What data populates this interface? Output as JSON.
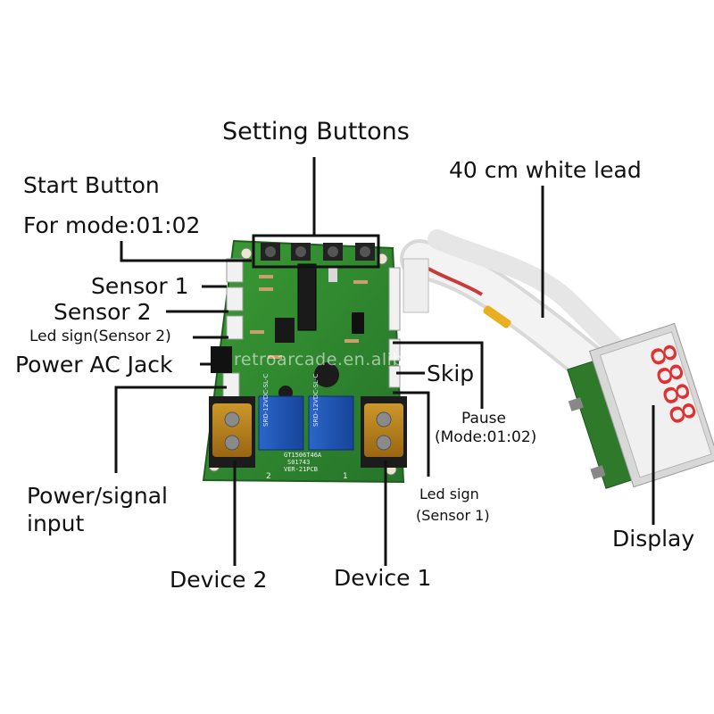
{
  "labels": {
    "setting_buttons": "Setting Buttons",
    "start_button": "Start Button",
    "for_mode": "For mode:01:02",
    "sensor_1": "Sensor 1",
    "sensor_2": "Sensor 2",
    "led_sign_sensor_2": "Led sign(Sensor 2)",
    "power_ac_jack": "Power AC Jack",
    "power_signal_input_line1": "Power/signal",
    "power_signal_input_line2": "input",
    "device_2": "Device 2",
    "device_1": "Device 1",
    "white_lead": "40 cm white lead",
    "skip": "Skip",
    "pause": "Pause",
    "pause_mode": "(Mode:01:02)",
    "led_sign_sensor_1_line1": "Led sign",
    "led_sign_sensor_1_line2": "(Sensor 1)",
    "display": "Display"
  },
  "board_print": {
    "part_line1": "GT1506T46A",
    "part_line2": "S01743",
    "part_line3": "VER-21PCB",
    "relay_text": "SRD-12VDC-SL-C",
    "channel_2": "2",
    "channel_1": "1"
  },
  "display_digits": "8888",
  "watermark": "retroarcade.en.alibaba.com",
  "colors": {
    "pcb_green": "#2f8a2a",
    "relay_blue": "#1f57b8",
    "terminal_amber": "#c88a1a",
    "led_red": "#d02020",
    "text": "#111111"
  }
}
